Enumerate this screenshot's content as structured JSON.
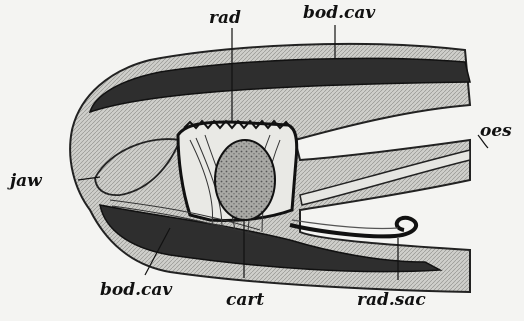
{
  "labels": {
    "rad": "rad",
    "bod_cav_top": "bod.cav",
    "oes": "oes",
    "jaw": "jaw",
    "bod_cav_bottom": "bod.cav",
    "cart": "cart",
    "rad_sac": "rad.sac"
  },
  "colors": {
    "ink": "#111111",
    "background": "#f4f4f2",
    "tissue": "#c9c9c6",
    "cavity": "#3a3a3a",
    "cartilage": "#9a9a95"
  }
}
